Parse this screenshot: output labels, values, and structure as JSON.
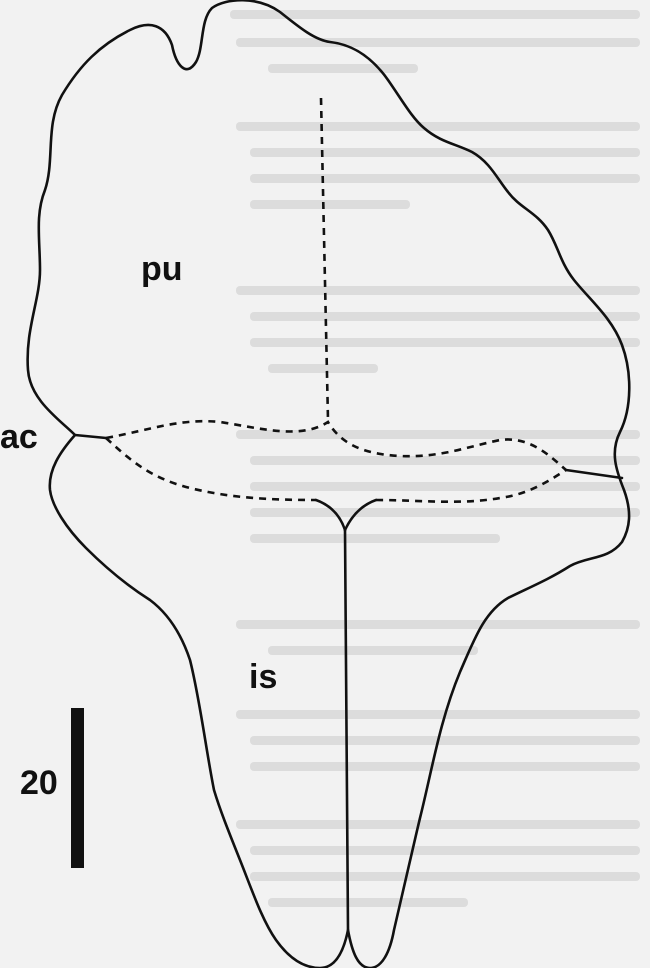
{
  "labels": {
    "pubis": "pu",
    "acetabulum": "ac",
    "ischium": "is"
  },
  "scale_bar": {
    "value": "20"
  },
  "colors": {
    "outline": "#111111",
    "background": "#f2f2f2",
    "faint_text": "#d9d9d9"
  }
}
